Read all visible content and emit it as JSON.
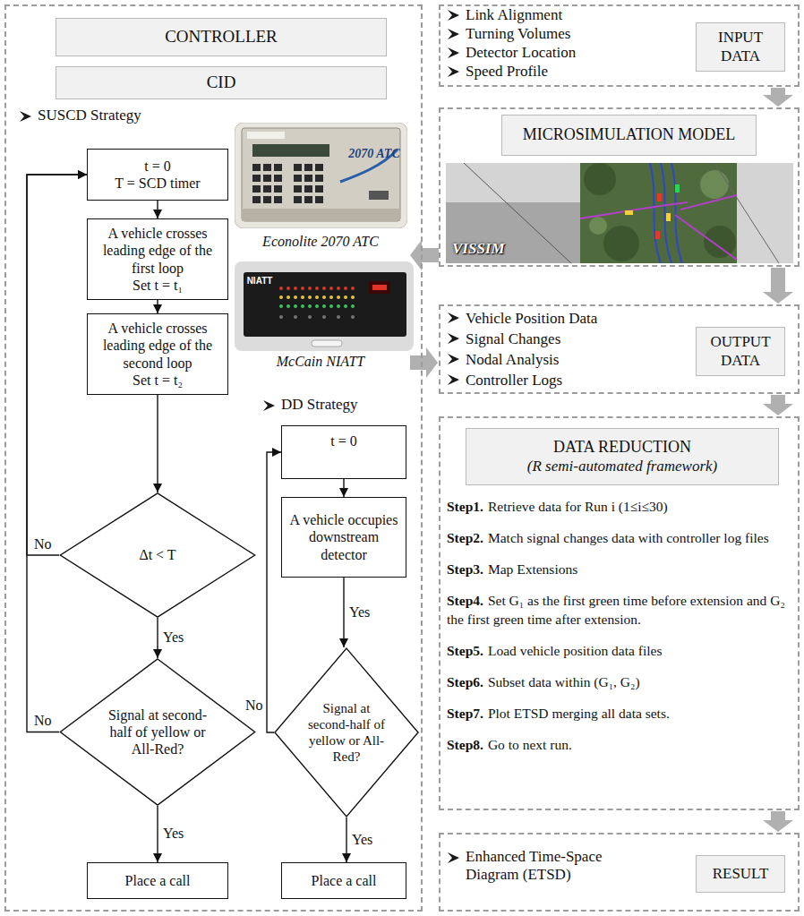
{
  "diagram": {
    "nodes": [
      {
        "text": [
          "SUSCD Strategy",
          "DD Strategy"
        ]
      },
      {
        "text": [
          "CONTROLLER"
        ],
        "in": 0
      },
      {
        "text": [
          "CID"
        ],
        "in": 0
      },
      {
        "text": [
          "t = 0",
          "T = SCD timer"
        ],
        "in": 0
      },
      {
        "text": [
          "A vehicle crosses leading edge of the first loop",
          "Set t = t₁"
        ],
        "in": 0
      },
      {
        "text": [
          "A vehicle crosses leading edge of the second loop",
          "Set t = t₂"
        ],
        "in": 0
      },
      {
        "text": [
          "Δt < T"
        ],
        "in": 0
      },
      {
        "text": [
          "Signal at second-half of yellow or All-Red?"
        ],
        "in": 0
      },
      {
        "text": [
          "Place a call"
        ],
        "in": 0
      },
      {
        "text": [
          "t = 0"
        ],
        "in": 0
      },
      {
        "text": [
          "A vehicle occupies downstream detector"
        ],
        "in": 0
      },
      {
        "text": [
          "Signal at second-half of yellow or All-Red?"
        ],
        "in": 0
      },
      {
        "text": [
          "Place a call"
        ],
        "in": 0
      },
      {
        "text": [
          "Link Alignment",
          "Turning Volumes",
          "Detector Location",
          "Speed Profile"
        ]
      },
      {
        "text": [
          "INPUT DATA"
        ],
        "in": 13
      },
      {
        "text": [
          "VISSIM"
        ]
      },
      {
        "text": [
          "MICROSIMULATION MODEL"
        ],
        "in": 15
      },
      {
        "text": [
          "Vehicle Position Data",
          "Signal Changes",
          "Nodal Analysis",
          "Controller Logs"
        ]
      },
      {
        "text": [
          "OUTPUT DATA"
        ],
        "in": 17
      },
      {
        "text": [
          "Step1.",
          "Retrieve data for Run i (1≤i≤30)",
          "Step2.",
          "Match signal changes data with controller log files",
          "Step3.",
          "Map Extensions",
          "Step4.",
          "Set G₁ as the first green time before extension and G₂ the first green time after extension.",
          "Step5.",
          "Load vehicle position data files",
          "Step6.",
          "Subset data within (G₁, G₂)",
          "Step7.",
          "Plot ETSD merging all data sets.",
          "Step8.",
          "Go to next run."
        ]
      },
      {
        "text": [
          "DATA REDUCTION",
          "(R semi-automated framework)"
        ],
        "in": 19
      },
      {
        "text": [
          "Enhanced Time-Space Diagram (ETSD)"
        ]
      },
      {
        "text": [
          "RESULT"
        ],
        "in": 21
      }
    ],
    "edges": [
      {
        "from": 3,
        "to": 4,
        "arrow": "to"
      },
      {
        "from": 4,
        "to": 5,
        "arrow": "to"
      },
      {
        "from": 5,
        "to": 6,
        "arrow": "to"
      },
      {
        "from": 6,
        "to": 7,
        "label": "Yes",
        "arrow": "to"
      },
      {
        "from": 7,
        "to": 8,
        "label": "Yes",
        "arrow": "to"
      },
      {
        "from": 6,
        "to": 3,
        "label": "No",
        "arrow": "to"
      },
      {
        "from": 7,
        "to": 3,
        "label": "No",
        "arrow": "to"
      },
      {
        "from": 9,
        "to": 10,
        "arrow": "to"
      },
      {
        "from": 10,
        "to": 11,
        "label": "Yes",
        "arrow": "to"
      },
      {
        "from": 11,
        "to": 12,
        "label": "Yes",
        "arrow": "to"
      },
      {
        "from": 11,
        "to": 9,
        "label": "No",
        "arrow": "to"
      },
      {
        "from": 13,
        "to": 15,
        "arrow": "to"
      },
      {
        "from": 15,
        "to": 0,
        "arrow": "to"
      },
      {
        "from": 0,
        "to": 17,
        "arrow": "to"
      },
      {
        "from": 15,
        "to": 17,
        "arrow": "to"
      },
      {
        "from": 17,
        "to": 19,
        "arrow": "to"
      },
      {
        "from": 19,
        "to": 21,
        "arrow": "to"
      }
    ],
    "labels": [
      "Econolite 2070 ATC",
      "2070 ATC",
      "McCain NIATT",
      "NIATT"
    ]
  }
}
